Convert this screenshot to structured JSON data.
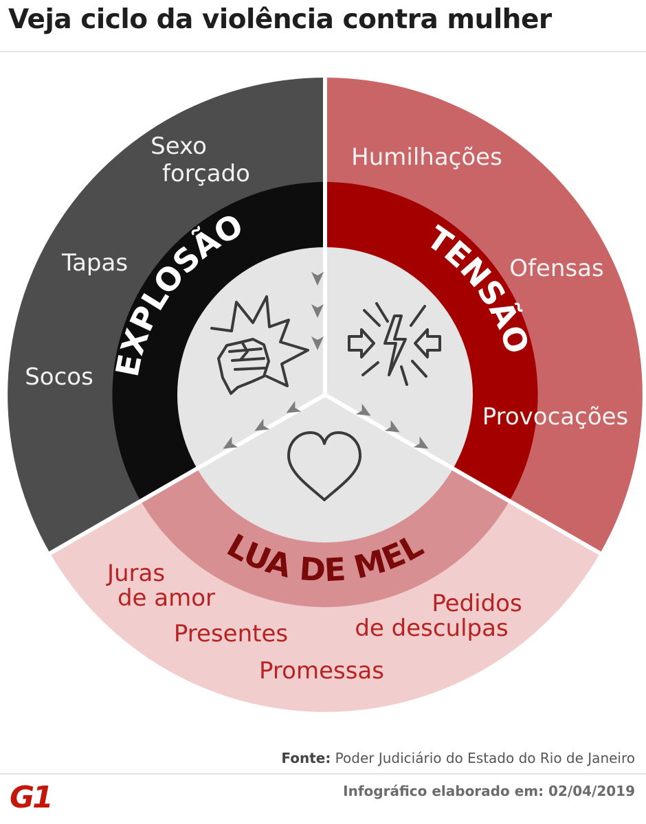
{
  "title": "Veja ciclo da violência contra mulher",
  "stages": {
    "explosao": {
      "label": "EXPLOSÃO",
      "items": [
        "Sexo",
        "forçado",
        "Tapas",
        "Socos"
      ]
    },
    "tensao": {
      "label": "TENSÃO",
      "items": [
        "Humilhações",
        "Ofensas",
        "Provocações"
      ]
    },
    "lua_de_mel": {
      "label": "LUA DE MEL",
      "items": [
        "Juras",
        "de amor",
        "Presentes",
        "Promessas",
        "Pedidos",
        "de desculpas"
      ]
    }
  },
  "icons": {
    "explosao": "fist-explosion-icon",
    "tensao": "lightning-compression-icon",
    "lua_de_mel": "heart-icon"
  },
  "colors": {
    "explosao_outer": "#4d4d4d",
    "explosao_inner": "#0d0d0d",
    "tensao_outer": "#c96567",
    "tensao_inner": "#a50000",
    "lua_outer": "#f1cdcd",
    "lua_inner": "#d78f92",
    "center": "#e5e5e5"
  },
  "footer": {
    "source_label": "Fonte:",
    "source_text": " Poder Judiciário do Estado do Rio de Janeiro",
    "date_text": "Infográfico elaborado em: 02/04/2019",
    "logo_text": "G1"
  }
}
